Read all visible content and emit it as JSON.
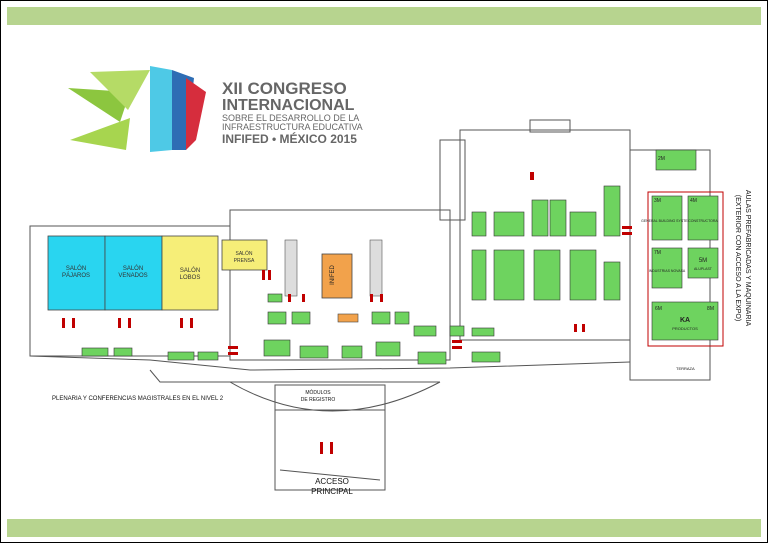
{
  "logo": {
    "line1": "XII CONGRESO",
    "line2": "INTERNACIONAL",
    "line3": "SOBRE EL DESARROLLO DE LA",
    "line4": "INFRAESTRUCTURA EDUCATIVA",
    "line5": "INFIFED • MÉXICO 2015"
  },
  "salons": [
    {
      "name1": "SALÓN",
      "name2": "PÁJAROS"
    },
    {
      "name1": "SALÓN",
      "name2": "VENADOS"
    },
    {
      "name1": "SALÓN",
      "name2": "LOBOS"
    },
    {
      "name1": "SALÓN",
      "name2": "PRENSA"
    }
  ],
  "center_stand": "INIFED",
  "labels": {
    "plenaria": "PLENARIA Y CONFERENCIAS MAGISTRALES EN EL NIVEL 2",
    "modulos1": "MÓDULOS",
    "modulos2": "DE REGISTRO",
    "acceso1": "ACCESO",
    "acceso2": "PRINCIPAL",
    "exterior1": "(EXTERIOR CON ACCESO A LA EXPO)",
    "exterior2": "AULAS PREFABRICADAS Y MAQUINARIA",
    "terraza": "TERRAZA"
  },
  "exterior_lots": {
    "m2": "2M",
    "m3": "3M",
    "m4": "4M",
    "m5": "5M",
    "m6": "6M",
    "m7": "7M",
    "m8": "8M",
    "ka": "KA",
    "ka_sub": "PRODUCTOS",
    "lot3_text": "GENERAL BUILDING SYSTEMS",
    "lot4_text": "CONSTRUCTORA",
    "lot5_text": "ALUPLAST",
    "lot7_text": "INDUSTRIAS NOVASA"
  },
  "colors": {
    "band": "#b7d48f",
    "salon_cyan": "#29d5f0",
    "salon_yellow": "#f6ee78",
    "stand_green": "#6ed35f",
    "stand_orange": "#f2a24b",
    "arrow_red": "#c00000",
    "logo_green": "#8cc63f",
    "logo_cyan": "#4ec9e6",
    "logo_blue": "#2e6db4",
    "logo_red": "#d62d3d"
  }
}
